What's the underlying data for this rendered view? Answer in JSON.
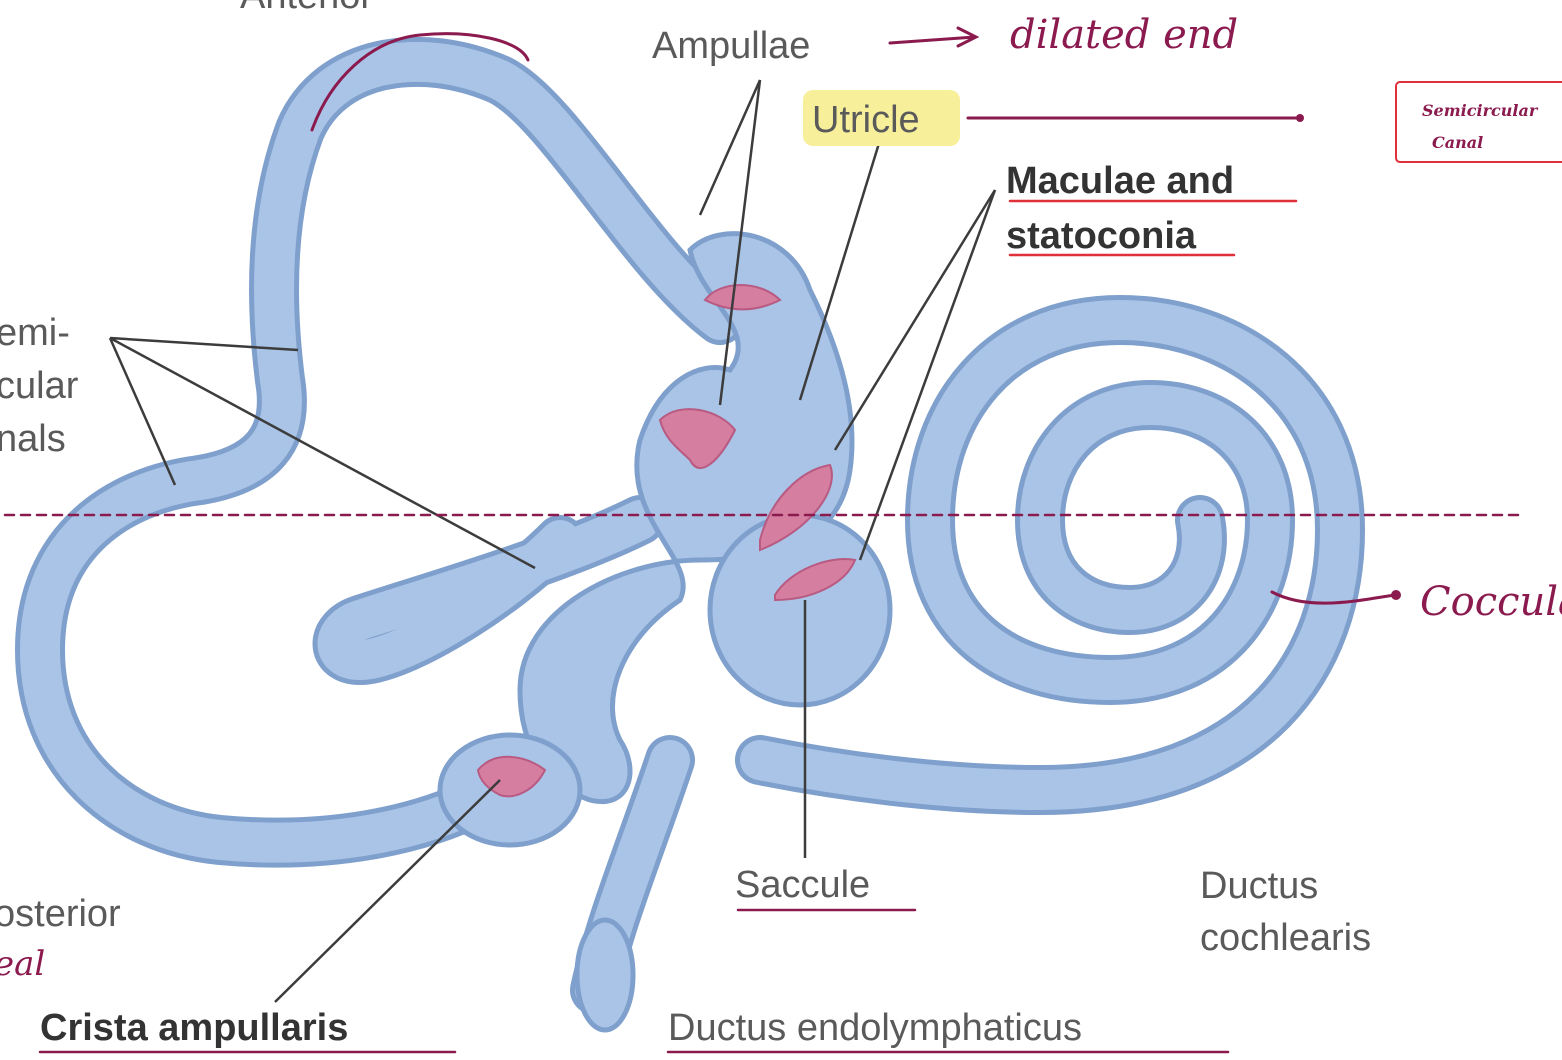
{
  "labels": {
    "anterior_partial": "Anterior",
    "ampullae": "Ampullae",
    "utricle": "Utricle",
    "maculae_line1": "Maculae and",
    "maculae_line2": "statoconia",
    "semicircular_line1": "emi-",
    "semicircular_line2": "cular",
    "semicircular_line3": "nals",
    "posterior_partial": "osterior",
    "crista": "Crista ampullaris",
    "saccule": "Saccule",
    "ductus_cochlearis_line1": "Ductus",
    "ductus_cochlearis_line2": "cochlearis",
    "ductus_endolymphaticus": "Ductus endolymphaticus"
  },
  "annotations": {
    "dilated_end": "dilated end",
    "semicircular_box_line1": "Semicircular",
    "semicircular_box_line2": "Canal",
    "coccula": "Coccula.",
    "partial_canal": "eal"
  },
  "colors": {
    "membrane_fill": "#a9c4e6",
    "membrane_stroke": "#7fa0cc",
    "sensory": "#d57ea0",
    "annotation": "#8b1a4e",
    "utricle_highlight": "#f7ef9a",
    "underline_red": "#e0303a"
  }
}
